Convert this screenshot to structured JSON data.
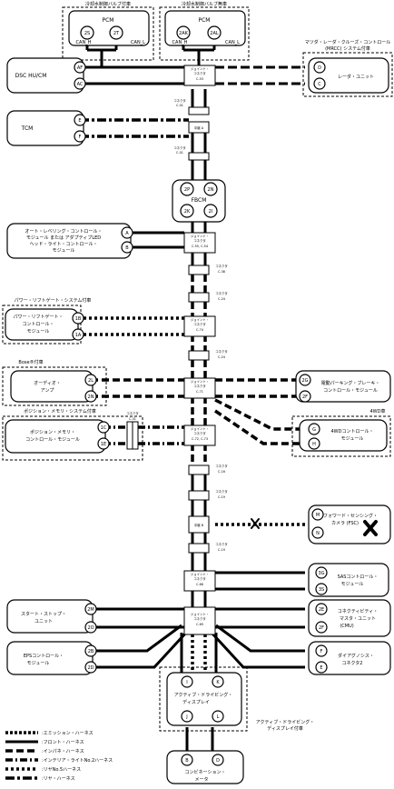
{
  "headers": {
    "pcm1_note": "冷却水制御バルブ付車",
    "pcm2_note": "冷却水制御バルブ無車",
    "mrcc_note_1": "マツダ・レーダ・クルーズ・コントロール",
    "mrcc_note_2": "(MRCC) システム付車",
    "powergate_note": "パワー・リフトゲート・システム付車",
    "bose_note": "Bose®付車",
    "memory_note": "ポジション・メモリ・システム付車",
    "awd_note": "4WD車",
    "ads_note_1": "アクティブ・ドライビング・",
    "ads_note_2": "ディスプレイ付車"
  },
  "modules": {
    "pcm1": {
      "name": "PCM",
      "pin_a": "2S",
      "pin_b": "2T",
      "can_h": "CAN_H",
      "can_l": "CAN_L"
    },
    "pcm2": {
      "name": "PCM",
      "pin_a": "2AK",
      "pin_b": "2AL",
      "can_h": "CAN_H",
      "can_l": "CAN_L"
    },
    "dsc": {
      "name": "DSC HU/CM",
      "pin_a": "AF",
      "pin_b": "AC"
    },
    "radar": {
      "name": "レーダ・ユニット",
      "pin_a": "D",
      "pin_b": "C"
    },
    "tcm": {
      "name": "TCM",
      "pin_a": "E",
      "pin_b": "F"
    },
    "fbcm": {
      "name": "FBCM",
      "pin_a": "2P",
      "pin_b": "2N",
      "pin_c": "2K",
      "pin_d": "2I"
    },
    "headlight": {
      "line1": "オート・レベリング・コントロール・",
      "line2": "モジュール または アダプティブLED",
      "line3": "ヘッド・ライト・コントロール・",
      "line4": "モジュール",
      "pin_a": "A",
      "pin_b": "B"
    },
    "powergate": {
      "line1": "パワー・リフトゲート・",
      "line2": "コントロール・",
      "line3": "モジュール",
      "pin_a": "1B",
      "pin_b": "1A"
    },
    "audio": {
      "line1": "オーディオ・",
      "line2": "アンプ",
      "pin_a": "2L",
      "pin_b": "2N"
    },
    "epb": {
      "line1": "電動パーキング・ブレーキ・",
      "line2": "コントロール・モジュール",
      "pin_a": "2G",
      "pin_b": "2F"
    },
    "memory": {
      "line1": "ポジション・メモリ・",
      "line2": "コントロール・モジュール",
      "pin_a": "1C",
      "pin_b": "1E"
    },
    "awd": {
      "line1": "4WDコントロール・",
      "line2": "モジュール",
      "pin_a": "G",
      "pin_b": "H"
    },
    "fsc": {
      "line1": "フォワード・センシング・",
      "line2": "カメラ (FSC)",
      "pin_a": "M",
      "pin_b": "N"
    },
    "sas": {
      "line1": "SASコントロール・",
      "line2": "モジュール",
      "pin_a": "3G",
      "pin_b": "3S"
    },
    "startstop": {
      "line1": "スタート・ストップ・",
      "line2": "ユニット",
      "pin_a": "2M",
      "pin_b": "2O"
    },
    "cmu": {
      "line1": "コネクティビティ・",
      "line2": "マスタ・ユニット",
      "line3": "(CMU)",
      "pin_a": "2E",
      "pin_b": "2F"
    },
    "eps": {
      "line1": "EPSコントロール・",
      "line2": "モジュール",
      "pin_a": "2B",
      "pin_b": "2D"
    },
    "dlc": {
      "line1": "ダイアグノシス・",
      "line2": "コネクタ2",
      "pin_a": "F",
      "pin_b": "E"
    },
    "ads": {
      "line1": "アクティブ・ドライビング・",
      "line2": "ディスプレイ",
      "pin_a": "I",
      "pin_b": "K",
      "pin_c": "J",
      "pin_d": "L"
    },
    "meter": {
      "line1": "コンビネーション・",
      "line2": "メータ",
      "pin_a": "B",
      "pin_b": "D"
    }
  },
  "connectors": {
    "c53": {
      "l1": "ジョイント・",
      "l2": "コネクタ",
      "l3": "C-53"
    },
    "c01a": {
      "l1": "コネクタ",
      "l2": "C-01"
    },
    "jointA": {
      "l1": "中継 A"
    },
    "c01b": {
      "l1": "コネクタ",
      "l2": "C-01"
    },
    "c55": {
      "l1": "ジョイント・",
      "l2": "コネクタ",
      "l3": "C-55, C-54"
    },
    "c38": {
      "l1": "コネクタ",
      "l2": "C-38"
    },
    "c24a": {
      "l1": "コネクタ",
      "l2": "C-24"
    },
    "c74": {
      "l1": "ジョイント・",
      "l2": "コネクタ",
      "l3": "C-74"
    },
    "c24b": {
      "l1": "コネクタ",
      "l2": "C-24"
    },
    "c71": {
      "l1": "ジョイント・",
      "l2": "コネクタ",
      "l3": "C-71"
    },
    "c72": {
      "l1": "ジョイント・",
      "l2": "コネクタ",
      "l3": "C-72, C-73"
    },
    "c31": {
      "l1": "コネクタ",
      "l2": "C-31"
    },
    "c16": {
      "l1": "コネクタ",
      "l2": "C-16"
    },
    "c19a": {
      "l1": "コネクタ",
      "l2": "C-19"
    },
    "jointB": {
      "l1": "中継 B"
    },
    "c19b": {
      "l1": "コネクタ",
      "l2": "C-19"
    },
    "c68": {
      "l1": "ジョイント・",
      "l2": "コネクタ",
      "l3": "C-68"
    },
    "c69": {
      "l1": "ジョイント・",
      "l2": "コネクタ",
      "l3": "C-69"
    }
  },
  "legend": [
    {
      "label": ":エミッション・ハーネス",
      "style": "emission"
    },
    {
      "label": ":フロント・ハーネス",
      "style": "front"
    },
    {
      "label": ":インパネ・ハーネス",
      "style": "panel"
    },
    {
      "label": ":インテリア・ライトNo.2ハーネス",
      "style": "interior"
    },
    {
      "label": ":リヤNo.5ハーネス",
      "style": "rear5"
    },
    {
      "label": ":リヤ・ハーネス",
      "style": "rear"
    }
  ]
}
